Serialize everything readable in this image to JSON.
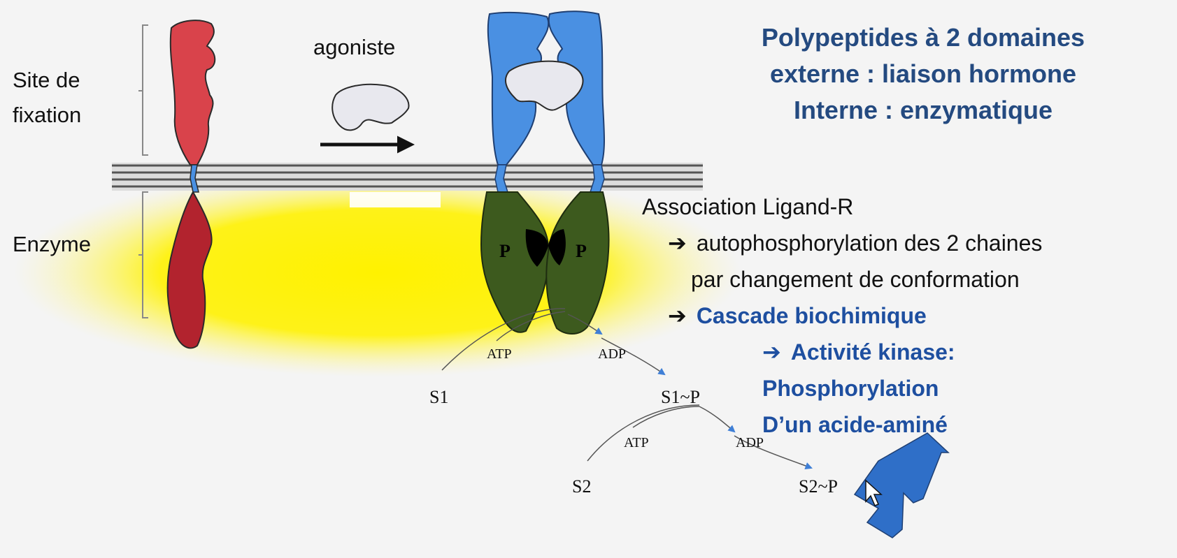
{
  "labels": {
    "binding_site": [
      "Site de",
      "fixation"
    ],
    "enzyme": "Enzyme",
    "agonist": "agoniste"
  },
  "title": [
    "Polypeptides à 2 domaines",
    "externe : liaison hormone",
    "Interne :  enzymatique"
  ],
  "description": {
    "association": "Association Ligand-R",
    "step1_arrow": "➔",
    "step1_line1": "autophosphorylation des 2 chaines",
    "step1_line2": "par changement de conformation",
    "step2_arrow": "➔",
    "step2": "Cascade  biochimique",
    "step3_arrow": "➔",
    "step3_line1": "Activité kinase:",
    "step3_line2": "Phosphorylation",
    "step3_line3": "D’un acide-aminé"
  },
  "phospho": {
    "left": "P",
    "right": "P"
  },
  "cascade": {
    "s1": "S1",
    "atp1": "ATP",
    "adp1": "ADP",
    "s1p": "S1~P",
    "s2": "S2",
    "atp2": "ATP",
    "adp2": "ADP",
    "s2p": "S2~P"
  },
  "colors": {
    "inactive_extracellular": "#d9434b",
    "inactive_intracellular": "#b2232e",
    "active_extracellular": "#4a90e2",
    "active_intracellular": "#3d5a1e",
    "cytoplasm_glow": "#fff200",
    "text_blue": "#1e4fa0",
    "title_blue": "#244a80",
    "arrow_blue": "#3f7fd6"
  }
}
